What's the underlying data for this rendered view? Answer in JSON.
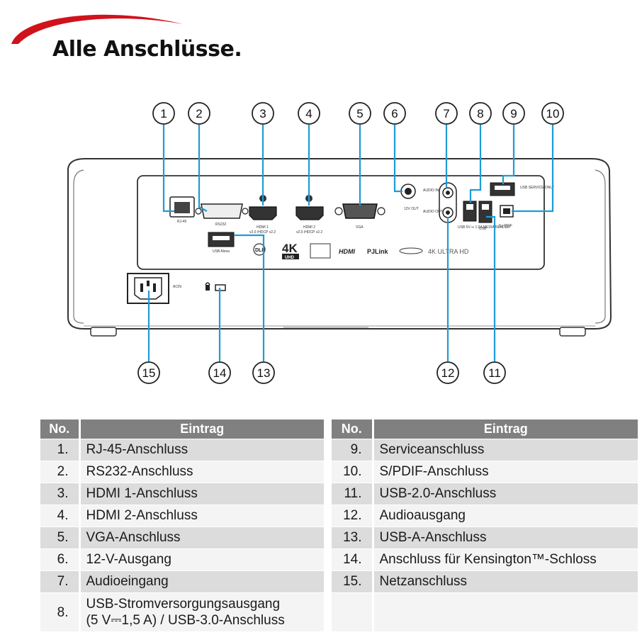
{
  "title": "Alle Anschlüsse.",
  "diagram": {
    "callouts": [
      "1",
      "2",
      "3",
      "4",
      "5",
      "6",
      "7",
      "8",
      "9",
      "10",
      "11",
      "12",
      "13",
      "14",
      "15"
    ],
    "panel_labels": {
      "rj45": "RJ-45",
      "rs232": "RS232",
      "hdmi1": "HDMI 1",
      "hdmi1_sub": "v2.0 /HDCP v2.2",
      "hdmi2": "HDMI 2",
      "hdmi2_sub": "v2.0 /HDCP v2.2",
      "vga": "VGA",
      "out12v": "12V OUT",
      "audio_in": "AUDIO IN",
      "audio_out": "AUDIO OUT",
      "usb_power": "USB 5V ⎓ 1.5A MEDIA READER",
      "usb_service": "USB SERVICE ONLY",
      "usb2": "USB",
      "spdif": "S / PDIF",
      "usb_a": "USB Alexa",
      "acin": "ACIN",
      "logo_4k": "4K",
      "logo_uhd": "UHD",
      "logo_hdmi": "HDMI",
      "logo_pjlink": "PJLink",
      "logo_ultrahd": "4K ULTRA HD"
    }
  },
  "table_left": {
    "headers": [
      "No.",
      "Eintrag"
    ],
    "rows": [
      {
        "no": "1.",
        "entry": "RJ-45-Anschluss"
      },
      {
        "no": "2.",
        "entry": "RS232-Anschluss"
      },
      {
        "no": "3.",
        "entry": "HDMI 1-Anschluss"
      },
      {
        "no": "4.",
        "entry": "HDMI 2-Anschluss"
      },
      {
        "no": "5.",
        "entry": "VGA-Anschluss"
      },
      {
        "no": "6.",
        "entry": "12-V-Ausgang"
      },
      {
        "no": "7.",
        "entry": "Audioeingang"
      },
      {
        "no": "8.",
        "entry": "USB-Stromversorgungsausgang",
        "entry2": "(5 V⎓1,5 A) / USB-3.0-Anschluss"
      }
    ]
  },
  "table_right": {
    "headers": [
      "No.",
      "Eintrag"
    ],
    "rows": [
      {
        "no": "9.",
        "entry": "Serviceanschluss"
      },
      {
        "no": "10.",
        "entry": "S/PDIF-Anschluss"
      },
      {
        "no": "11.",
        "entry": "USB-2.0-Anschluss"
      },
      {
        "no": "12.",
        "entry": "Audioausgang"
      },
      {
        "no": "13.",
        "entry": "USB-A-Anschluss"
      },
      {
        "no": "14.",
        "entry": "Anschluss für Kensington™-Schloss"
      },
      {
        "no": "15.",
        "entry": "Netzanschluss"
      },
      {
        "no": "",
        "entry": ""
      }
    ]
  },
  "colors": {
    "callout_line": "#1e9bd7",
    "swoosh": "#d0121b",
    "header_bg": "#808080",
    "row_odd": "#dcdcdc",
    "row_even": "#f4f4f4"
  }
}
